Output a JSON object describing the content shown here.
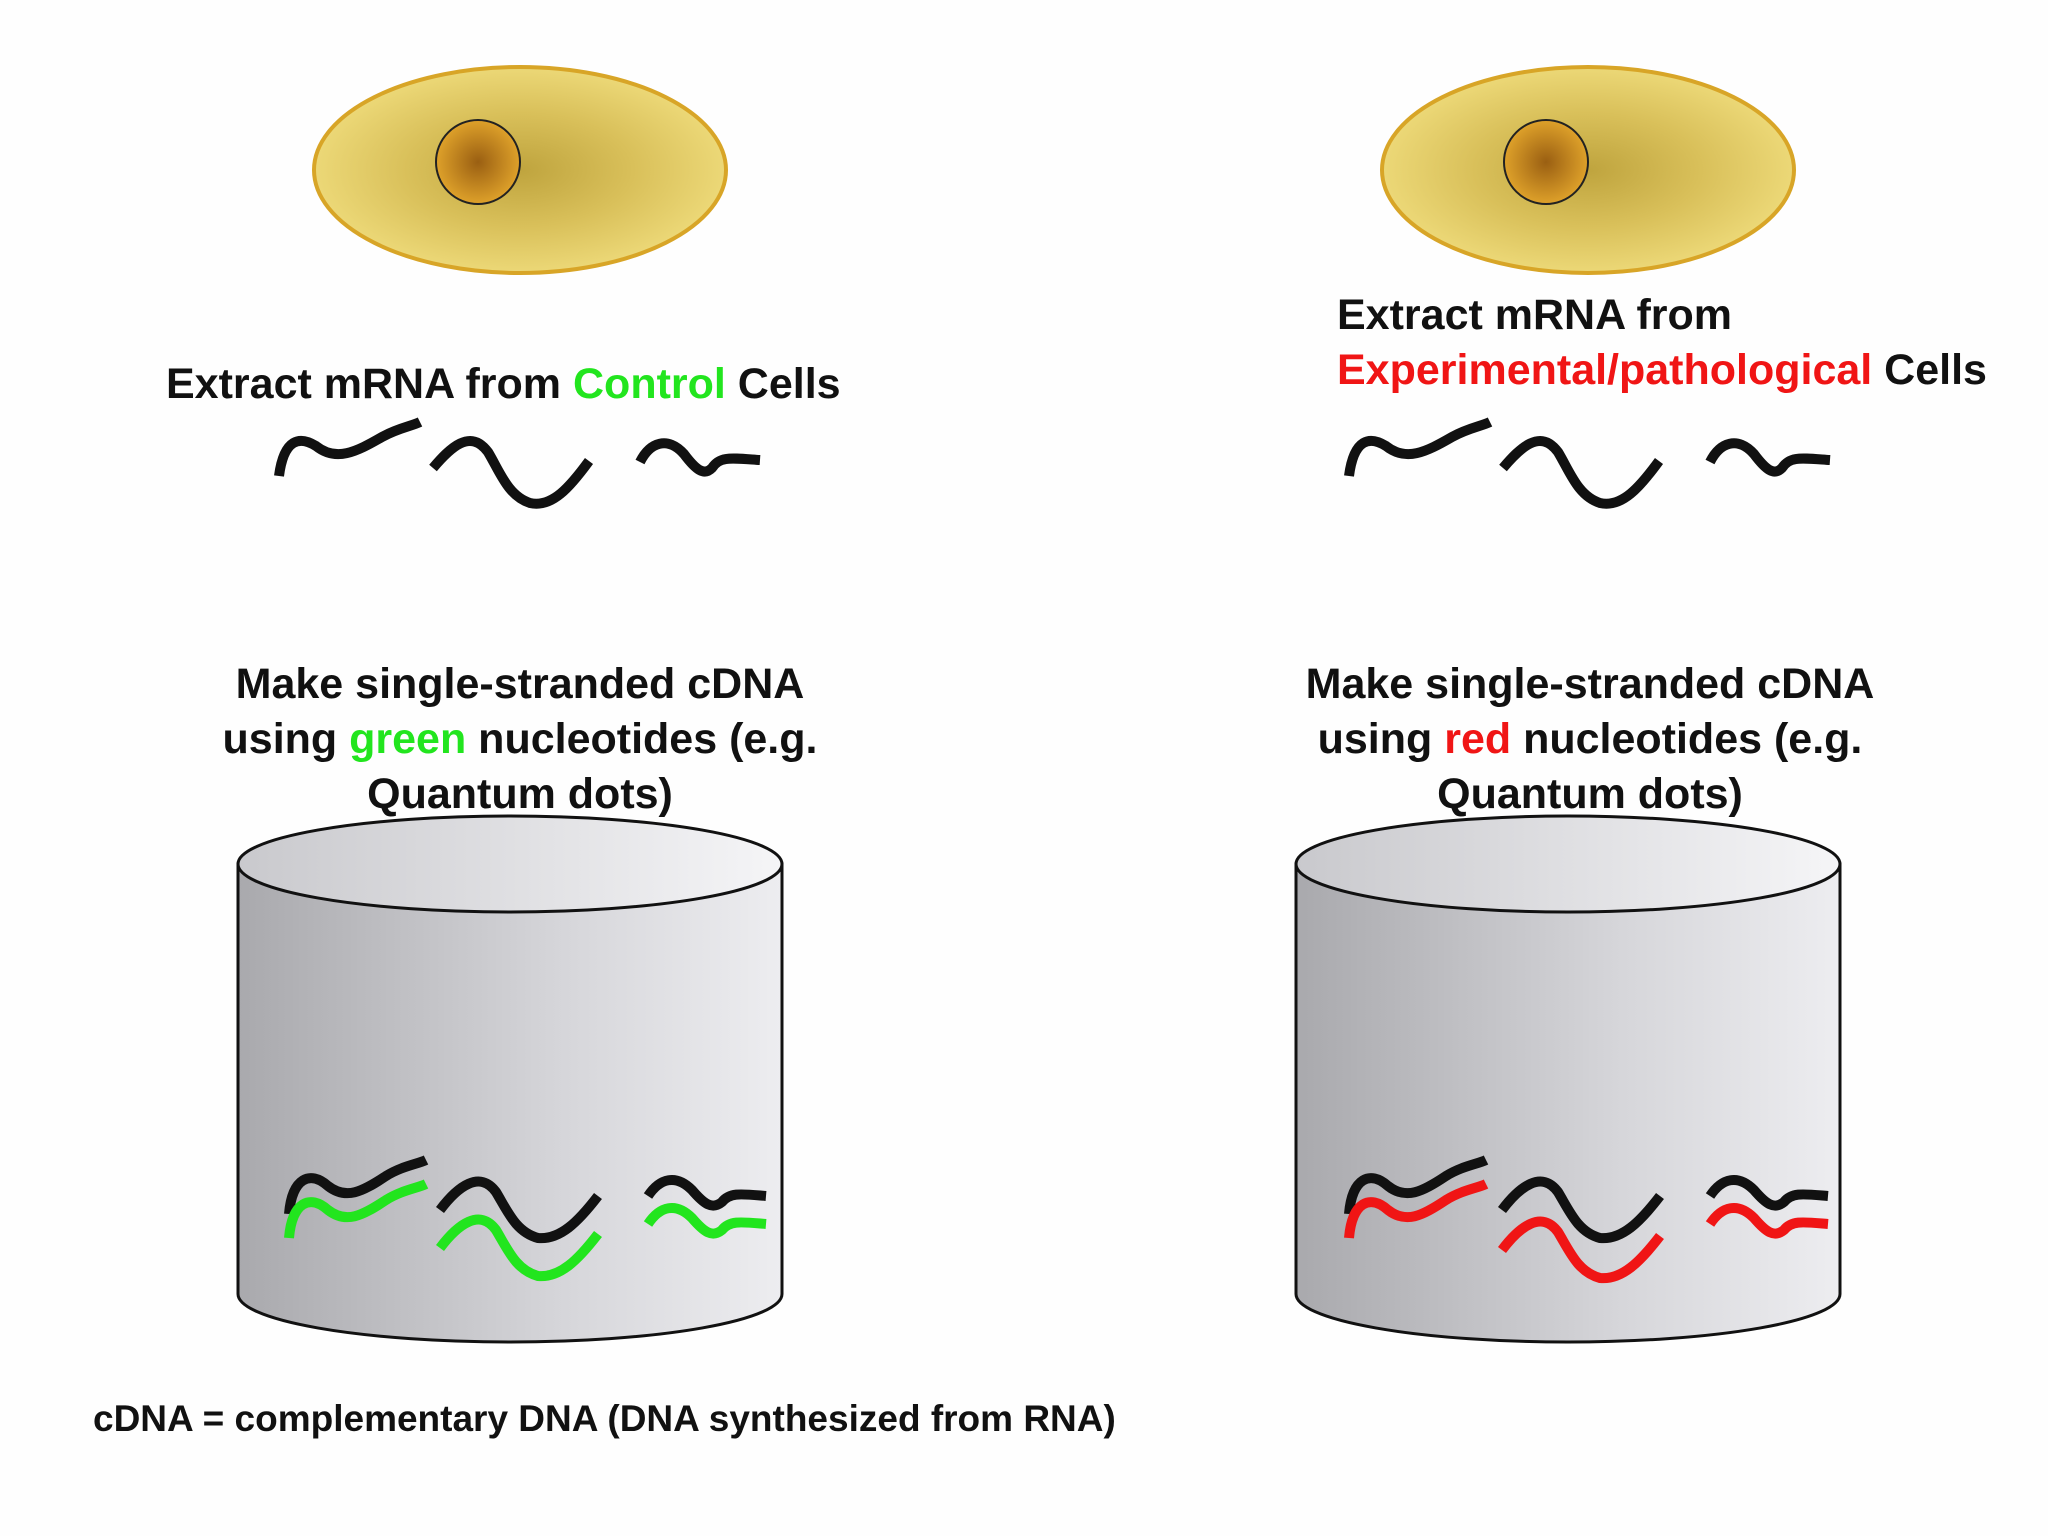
{
  "colors": {
    "green": "#22e51e",
    "red": "#f01515",
    "black_strand": "#111111",
    "cell_fill": "#e6cf6a",
    "cell_border": "#d8a527",
    "nucleus": "#c98b1b"
  },
  "left": {
    "extract": {
      "pre": "Extract mRNA from ",
      "highlight": "Control",
      "post": " Cells"
    },
    "cdna": {
      "line1": "Make single-stranded cDNA",
      "line2_pre": "using ",
      "line2_highlight": "green",
      "line2_post": " nucleotides (e.g.",
      "line3": "Quantum dots)"
    },
    "tube_color": "green"
  },
  "right": {
    "extract": {
      "line1": "Extract mRNA from",
      "highlight": "Experimental/pathological",
      "post": " Cells"
    },
    "cdna": {
      "line1": "Make single-stranded cDNA",
      "line2_pre": "using ",
      "line2_highlight": "red",
      "line2_post": " nucleotides (e.g.",
      "line3": "Quantum dots)"
    },
    "tube_color": "red"
  },
  "footnote": "cDNA = complementary DNA (DNA synthesized from RNA)"
}
